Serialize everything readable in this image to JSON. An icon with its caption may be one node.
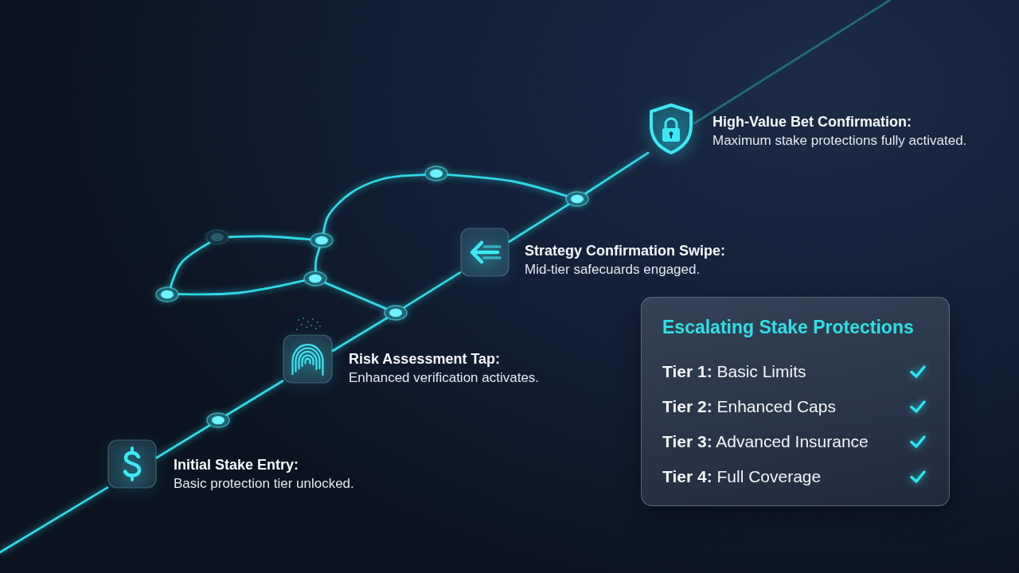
{
  "diagram": {
    "nodes": [
      {
        "text": [],
        "shape": "picture",
        "beside": [
          "Initial Stake Entry:",
          "Basic protection tier unlocked."
        ]
      },
      {
        "text": [],
        "shape": "circle"
      },
      {
        "text": [],
        "shape": "picture",
        "beside": [
          "Risk Assessment Tap:",
          "Enhanced verification activates."
        ]
      },
      {
        "text": [],
        "shape": "circle"
      },
      {
        "text": [],
        "shape": "picture",
        "beside": [
          "Strategy Confirmation Swipe:",
          "Mid-tier safecuards engaged."
        ]
      },
      {
        "text": [],
        "shape": "circle"
      },
      {
        "text": [],
        "shape": "picture",
        "beside": [
          "High-Value Bet Confirmation:",
          "Maximum stake protections fully activated."
        ]
      },
      {
        "text": [],
        "shape": "circle"
      },
      {
        "text": [],
        "shape": "circle"
      },
      {
        "text": [],
        "shape": "circle"
      },
      {
        "text": [],
        "shape": "circle"
      },
      {
        "text": [],
        "shape": "circle"
      },
      {
        "text": [
          "Escalating Stake Protections",
          "**Tier 1:** Basic Limits",
          "**Tier 2:** Enhanced Caps",
          "**Tier 3:** Advanced Insurance",
          "**Tier 4:** Full Coverage"
        ]
      }
    ],
    "edges": [
      {
        "from": null,
        "to": 0,
        "arrow": "none"
      },
      {
        "from": 0,
        "to": 1,
        "arrow": "none"
      },
      {
        "from": 1,
        "to": 2,
        "arrow": "none"
      },
      {
        "from": 2,
        "to": 3,
        "arrow": "none"
      },
      {
        "from": 3,
        "to": 4,
        "arrow": "none"
      },
      {
        "from": 4,
        "to": 5,
        "arrow": "none"
      },
      {
        "from": 5,
        "to": 6,
        "arrow": "none"
      },
      {
        "from": 6,
        "to": null,
        "arrow": "none",
        "color": "#1f6a7a"
      },
      {
        "from": 7,
        "to": 8,
        "arrow": "none"
      },
      {
        "from": 8,
        "to": 9,
        "arrow": "none"
      },
      {
        "from": 9,
        "to": 10,
        "arrow": "none"
      },
      {
        "from": 10,
        "to": 7,
        "arrow": "none"
      },
      {
        "from": 10,
        "to": 3,
        "arrow": "none"
      },
      {
        "from": 9,
        "to": 11,
        "arrow": "none"
      },
      {
        "from": 11,
        "to": 5,
        "arrow": "none"
      }
    ]
  }
}
